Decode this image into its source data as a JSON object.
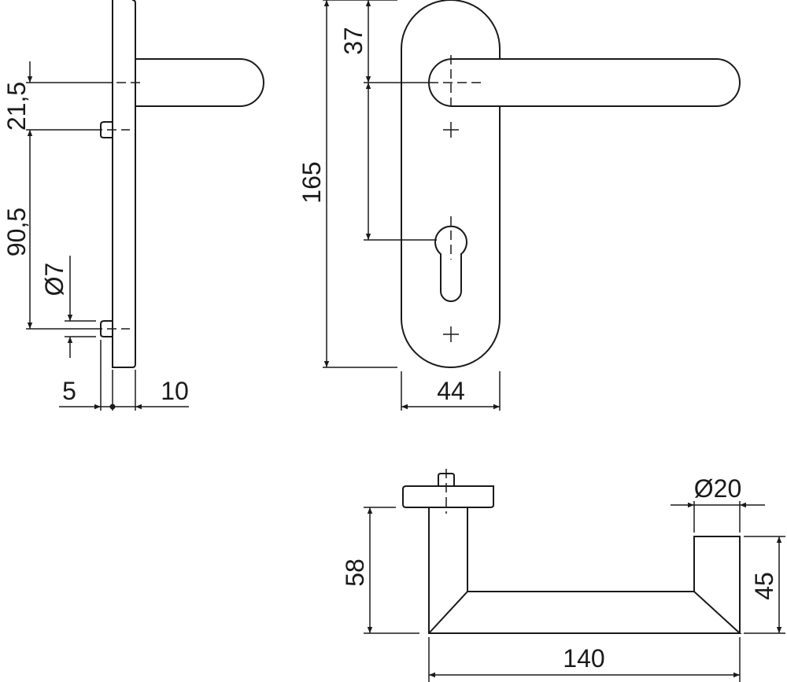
{
  "dimensions": {
    "side_lever_to_spindle": "21,5",
    "side_spindle_to_screw": "90,5",
    "side_screw_diameter": "Ø7",
    "side_offset": "5",
    "side_plate_thickness": "10",
    "front_plate_height": "165",
    "front_top_to_lever": "37",
    "front_plate_width": "44",
    "top_lever_diameter": "Ø20",
    "top_projection": "58",
    "top_lever_height": "45",
    "top_lever_length": "140"
  }
}
